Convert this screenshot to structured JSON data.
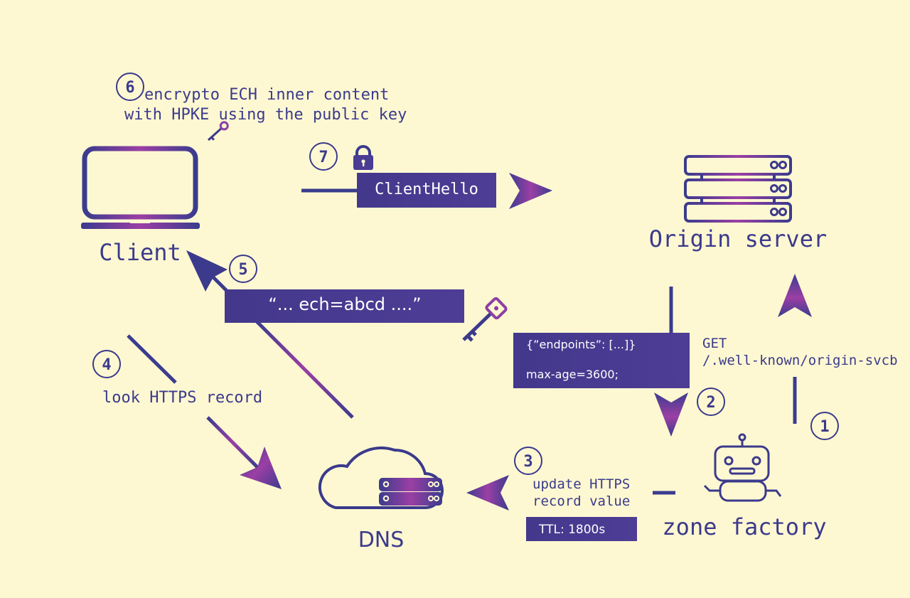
{
  "colors": {
    "background": "#fef8d2",
    "primary": "#3b3a8c",
    "accent": "#9b3fa4",
    "box_fill": "#4a3c91",
    "box_text": "#ffffff"
  },
  "nodes": {
    "client": {
      "label": "Client",
      "icon": "laptop-icon"
    },
    "origin": {
      "label": "Origin server",
      "icon": "server-rack-icon"
    },
    "dns": {
      "label": "DNS",
      "icon": "cloud-server-icon"
    },
    "zone": {
      "label": "zone factory",
      "icon": "robot-icon"
    }
  },
  "steps": [
    {
      "num": "1",
      "lines": [
        "GET",
        "/.well-known/origin-svcb"
      ]
    },
    {
      "num": "2",
      "box": [
        "{”endpoints”: [...]}",
        "max-age=3600;"
      ]
    },
    {
      "num": "3",
      "lines": [
        "update HTTPS",
        "record value"
      ],
      "box": "TTL: 1800s"
    },
    {
      "num": "4",
      "lines": [
        "look HTTPS record"
      ]
    },
    {
      "num": "5",
      "box": "“... ech=abcd ....”",
      "icon": "key-icon"
    },
    {
      "num": "6",
      "lines": [
        "encrypto ECH inner content",
        "with HPKE using the public key"
      ],
      "icon": "key-icon"
    },
    {
      "num": "7",
      "box": "ClientHello",
      "icon": "lock-icon"
    }
  ]
}
